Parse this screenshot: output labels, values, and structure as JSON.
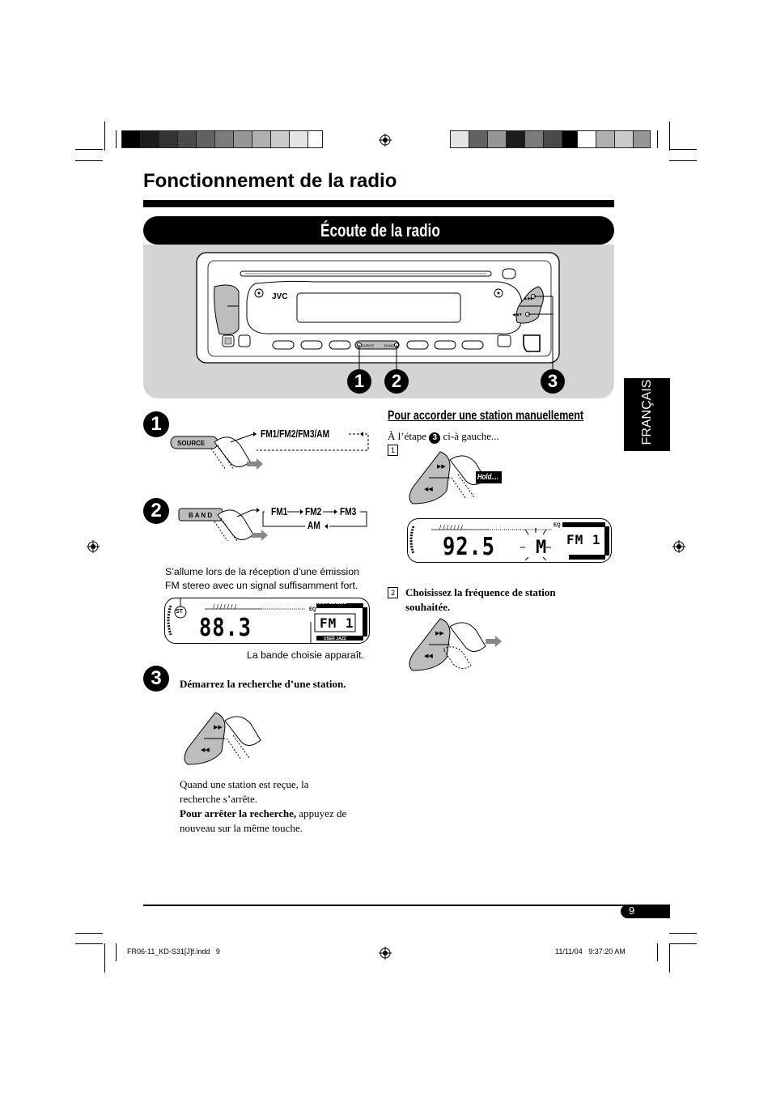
{
  "page": {
    "title": "Fonctionnement de la radio",
    "section_title": "Écoute de la radio",
    "side_tab": "FRANÇAIS",
    "page_number": "9"
  },
  "diagram": {
    "brand": "JVC",
    "callouts": [
      "1",
      "2",
      "3"
    ],
    "source_label": "SOURCE",
    "band_label": "BAND",
    "eq_tags": [
      "ROCK",
      "CLASSIC",
      "POPS",
      "USER",
      "JAZZ"
    ]
  },
  "step1": {
    "number": "1",
    "button_label": "SOURCE",
    "sequence": "FM1/FM2/FM3/AM"
  },
  "step2": {
    "number": "2",
    "button_label": "B A N D",
    "seq_fm1": "FM1",
    "seq_fm2": "FM2",
    "seq_fm3": "FM3",
    "seq_am": "AM"
  },
  "display1": {
    "note": "S’allume lors de la réception d’une émission FM stereo avec un signal suffisamment fort.",
    "st_label": "ST",
    "frequency": "88.3",
    "band": "FM 1",
    "caption": "La bande choisie apparaît."
  },
  "step3": {
    "number": "3",
    "heading": "Démarrez la recherche d’une station.",
    "result_text": "Quand une station est reçue, la recherche s’arrête.",
    "stop_bold": "Pour arrêter la recherche,",
    "stop_rest": " appuyez de nouveau sur la même touche."
  },
  "manual": {
    "heading": "Pour accorder une station manuellement",
    "intro_pre": "À l’étape ",
    "intro_ref": "3",
    "intro_post": " ci-à gauche...",
    "sub1": "1",
    "hold_label": "Hold....",
    "frequency": "92.5",
    "mode": "M",
    "band": "FM 1",
    "sub2": "2",
    "sub2_text": "Choisissez la fréquence de station souhaitée."
  },
  "footer": {
    "file": "FR06-11_KD-S31[J]f.indd   9",
    "datetime": "11/11/04   9:37:20 AM"
  },
  "colors": {
    "panel_bg": "#d4d4d4",
    "title_bar": "#000000",
    "button_grey": "#bdbdbd"
  }
}
